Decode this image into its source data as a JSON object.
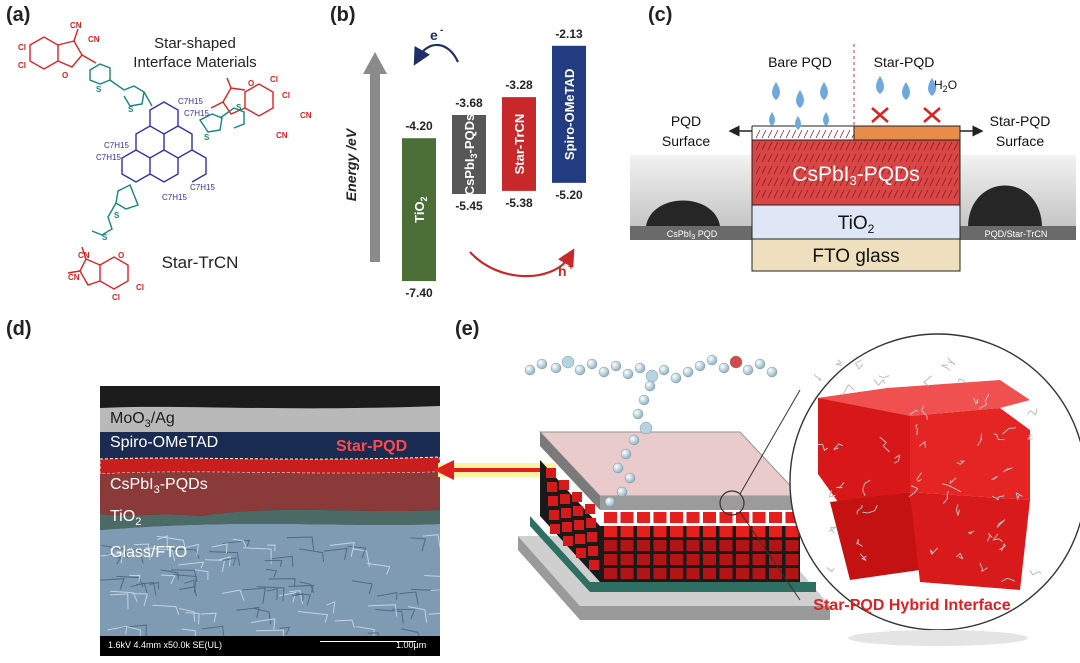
{
  "panels": {
    "a": "(a)",
    "b": "(b)",
    "c": "(c)",
    "d": "(d)",
    "e": "(e)"
  },
  "panel_a": {
    "title_line1": "Star-shaped",
    "title_line2": "Interface Materials",
    "molecule_name": "Star-TrCN",
    "atoms": {
      "cl": "Cl",
      "cn": "CN",
      "o": "O",
      "s": "S",
      "c7h15": "C7H15"
    }
  },
  "panel_b": {
    "axis_label": "Energy /eV",
    "electron": "e",
    "hole": "h",
    "levels": [
      {
        "name_main": "TiO",
        "name_sub": "2",
        "top": "-4.20",
        "bottom": "-7.40",
        "color": "#4a6e35"
      },
      {
        "name_main": "CsPbI",
        "name_sub": "3",
        "name_rest": "-PQDs",
        "top": "-3.68",
        "bottom": "-5.45",
        "color": "#575757"
      },
      {
        "name_main": "Star-TrCN",
        "top": "-3.28",
        "bottom": "-5.38",
        "color": "#c8282a"
      },
      {
        "name_main": "Spiro-OMeTAD",
        "top": "-2.13",
        "bottom": "-5.20",
        "color": "#233b80"
      }
    ]
  },
  "panel_c": {
    "bare": "Bare PQD",
    "star": "Star-PQD",
    "water_main": "H",
    "water_sub": "2",
    "water_rest": "O",
    "left_surface_1": "PQD",
    "left_surface_2": "Surface",
    "right_surface_1": "Star-PQD",
    "right_surface_2": "Surface",
    "layer_pqd_main": "CsPbI",
    "layer_pqd_sub": "3",
    "layer_pqd_rest": "-PQDs",
    "layer_tio2_main": "TiO",
    "layer_tio2_sub": "2",
    "layer_fto": "FTO glass",
    "photo_left_main": "CsPbI",
    "photo_left_sub": "3",
    "photo_left_rest": " PQD",
    "photo_right": "PQD/Star-TrCN"
  },
  "panel_d": {
    "layers": {
      "moo3_main": "MoO",
      "moo3_sub": "3",
      "moo3_rest": "/Ag",
      "spiro": "Spiro-OMeTAD",
      "star": "Star-PQD",
      "pqd_main": "CsPbI",
      "pqd_sub": "3",
      "pqd_rest": "-PQDs",
      "tio2_main": "TiO",
      "tio2_sub": "2",
      "glass": "Glass/FTO"
    },
    "footer_info": "1.6kV 4.4mm x50.0k SE(UL)",
    "scale": "1.00μm"
  },
  "panel_e": {
    "label": "Star-PQD Hybrid Interface"
  },
  "colors": {
    "accent_red": "#e02020",
    "tio2_green": "#4a6e35",
    "pqd_grey": "#575757",
    "star_red": "#c8282a",
    "spiro_blue": "#233b80"
  }
}
